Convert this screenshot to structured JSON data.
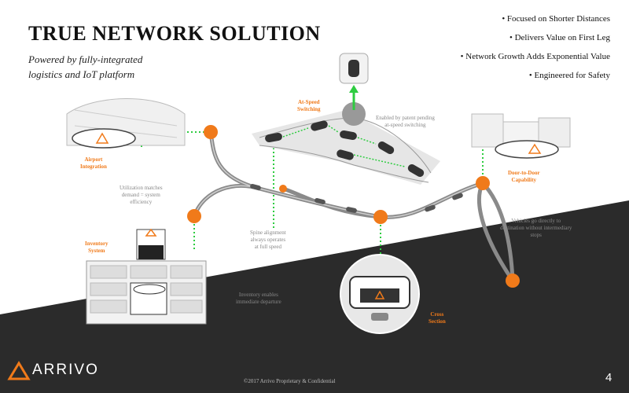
{
  "title": "TRUE NETWORK SOLUTION",
  "subtitle": [
    "Powered by fully-integrated",
    "logistics and IoT platform"
  ],
  "bullets": [
    "• Focused on Shorter Distances",
    "• Delivers Value on First Leg",
    "• Network Growth Adds Exponential Value",
    "• Engineered for Safety"
  ],
  "labels": {
    "at_speed_switching": [
      "At-Speed",
      "Switching"
    ],
    "airport_integration": [
      "Airport",
      "Integration"
    ],
    "door_to_door": [
      "Door-to-Door",
      "Capability"
    ],
    "inventory_system": [
      "Inventory",
      "System"
    ],
    "cross_section": [
      "Cross",
      "Section"
    ]
  },
  "notes": {
    "switching": [
      "Enabled by patent pending",
      "at-speed switching"
    ],
    "utilization": [
      "Utilization matches",
      "demand = system",
      "efficiency"
    ],
    "spine": [
      "Spine alignment",
      "always operates",
      "at full speed"
    ],
    "vehicles": [
      "Vehicles go directly to",
      "destination without intermediary",
      "stops"
    ],
    "inventory": [
      "Inventory enables",
      "immediate departure"
    ]
  },
  "footer": "©2017 Arrivo Proprietary & Confidential",
  "page_number": "4",
  "logo_text": "ARRIVO",
  "colors": {
    "accent_orange": "#f07a1a",
    "connector_green": "#2ecc40",
    "track_gray": "#8a8a8a",
    "dark_band": "#2b2b2b"
  }
}
